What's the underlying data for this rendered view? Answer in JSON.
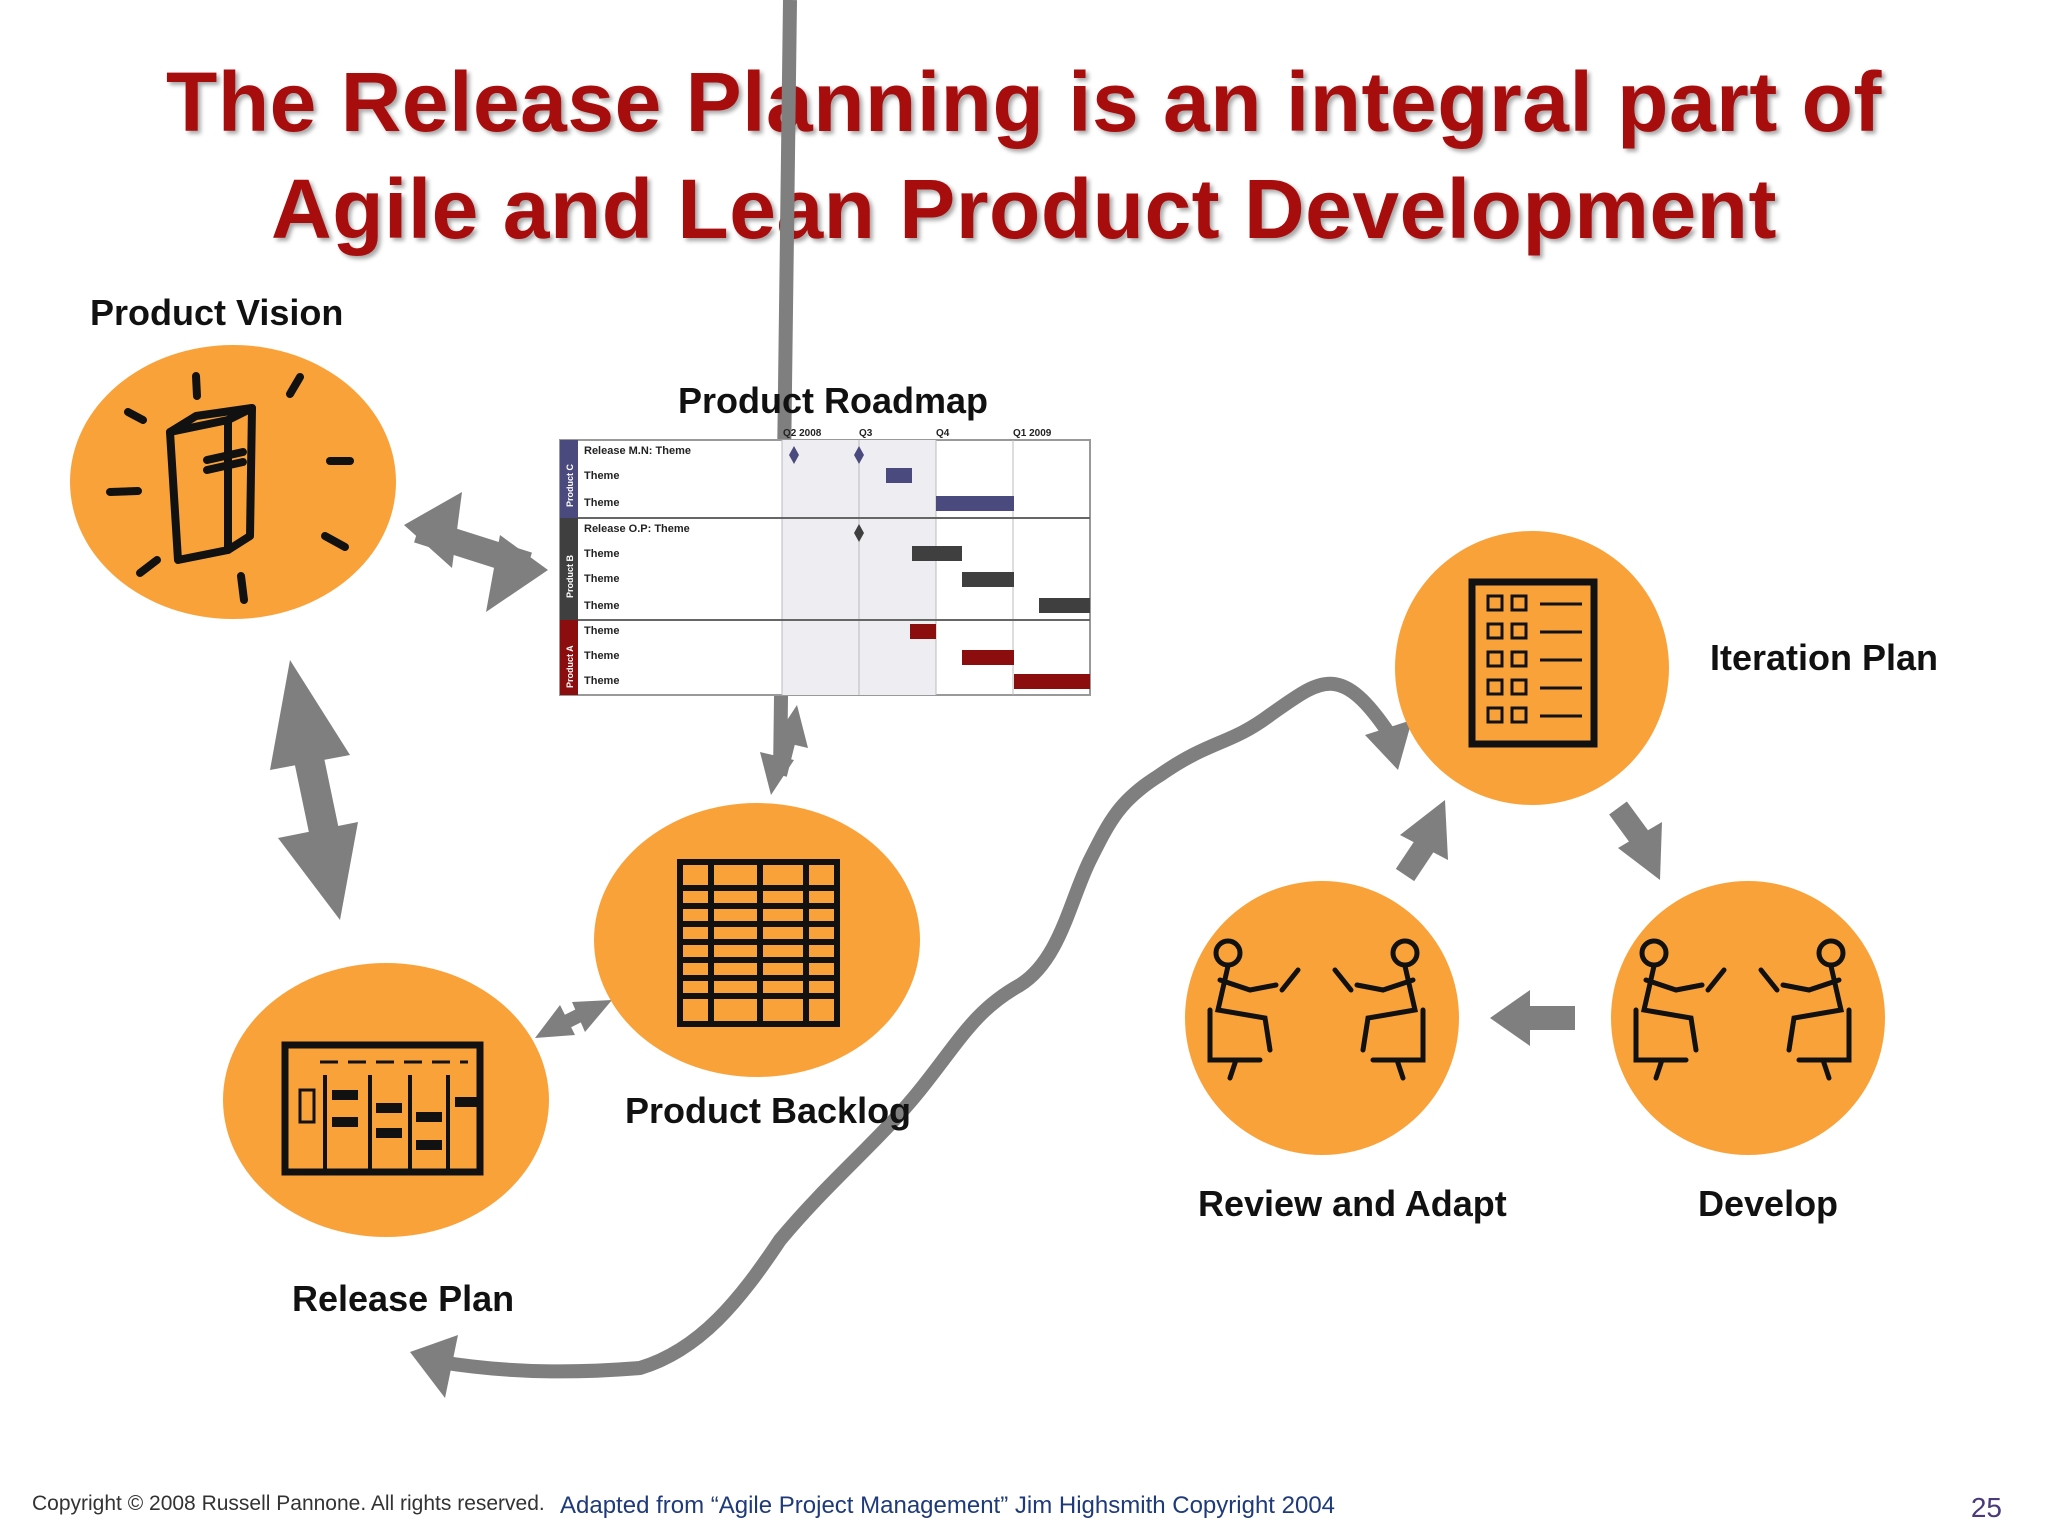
{
  "title": {
    "line1": "The Release Planning is an integral part of",
    "line2": "Agile and Lean Product Development"
  },
  "labels": {
    "product_vision": "Product Vision",
    "product_roadmap": "Product  Roadmap",
    "iteration_plan": "Iteration Plan",
    "product_backlog": "Product Backlog",
    "review_and_adapt": "Review and Adapt",
    "develop": "Develop",
    "release_plan": "Release Plan"
  },
  "roadmap": {
    "columns": [
      "Q2 2008",
      "Q3",
      "Q4",
      "Q1 2009"
    ],
    "groups": [
      "Product C",
      "Product B",
      "Product A"
    ],
    "rows": [
      "Release M.N:  Theme",
      "Theme",
      "Theme",
      "Release O.P:  Theme",
      "Theme",
      "Theme",
      "Theme",
      "Theme",
      "Theme",
      "Theme"
    ]
  },
  "footer": {
    "copyright": "Copyright © 2008 Russell Pannone. All rights reserved.",
    "adapted": "Adapted from “Agile Project Management” Jim Highsmith Copyright 2004",
    "page_number": "25"
  },
  "colors": {
    "title": "#a80d0d",
    "circle": "#f9a23a",
    "arrow": "#7f7f7f",
    "product_c": "#4a4a7e",
    "product_b": "#3f3f3f",
    "product_a": "#8b0d0d"
  }
}
